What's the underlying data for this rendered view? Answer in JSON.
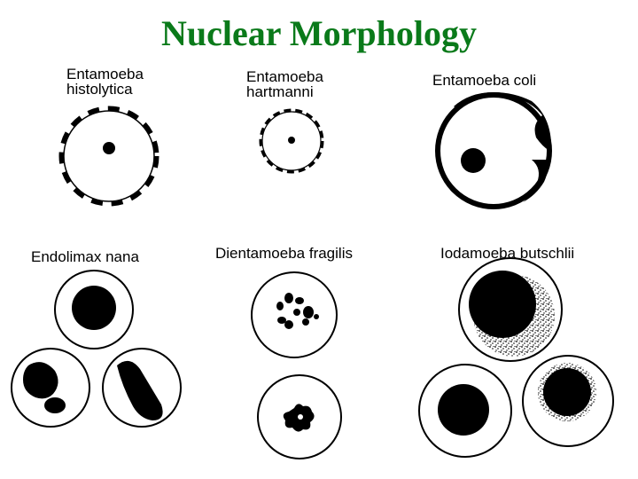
{
  "title": "Nuclear Morphology",
  "title_color": "#0a7a1a",
  "panels": [
    {
      "name_line1": "Entamoeba",
      "name_line2": "histolytica"
    },
    {
      "name_line1": "Entamoeba",
      "name_line2": "hartmanni"
    },
    {
      "name_line1": "Entamoeba coli"
    },
    {
      "name_line1": "Endolimax nana"
    },
    {
      "name_line1": "Dientamoeba fragilis"
    },
    {
      "name_line1": "Iodamoeba butschlii"
    }
  ]
}
